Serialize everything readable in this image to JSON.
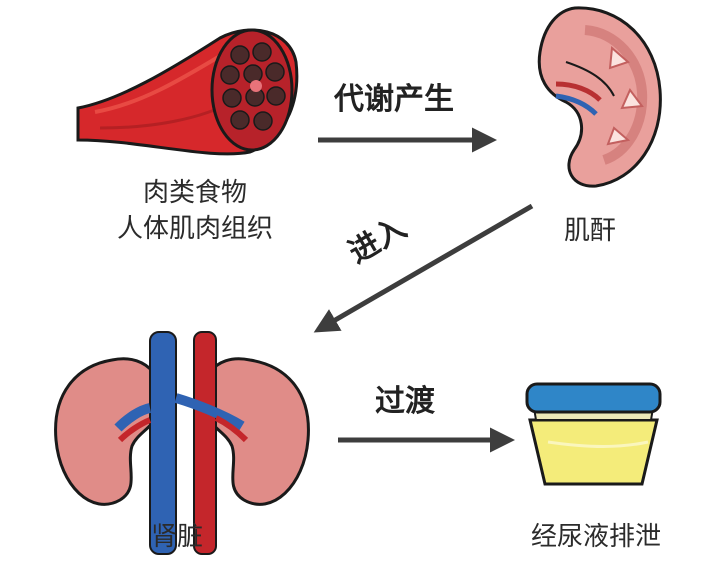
{
  "nodes": {
    "muscle": {
      "line1": "肉类食物",
      "line2": "人体肌肉组织"
    },
    "creatinine": {
      "label": "肌酐"
    },
    "kidneys": {
      "label": "肾脏"
    },
    "urine": {
      "label": "经尿液排泄"
    }
  },
  "arrows": {
    "produce": "代谢产生",
    "enter": "进入",
    "transfer": "过渡"
  },
  "colors": {
    "arrow": "#3d3d3d",
    "muscle_red": "#d6282b",
    "kidney_pink": "#e9a09c",
    "artery_red": "#c4262b",
    "vein_blue": "#2f63b3",
    "cup_blue": "#2f86c8",
    "urine_yellow": "#f4ec7a"
  }
}
